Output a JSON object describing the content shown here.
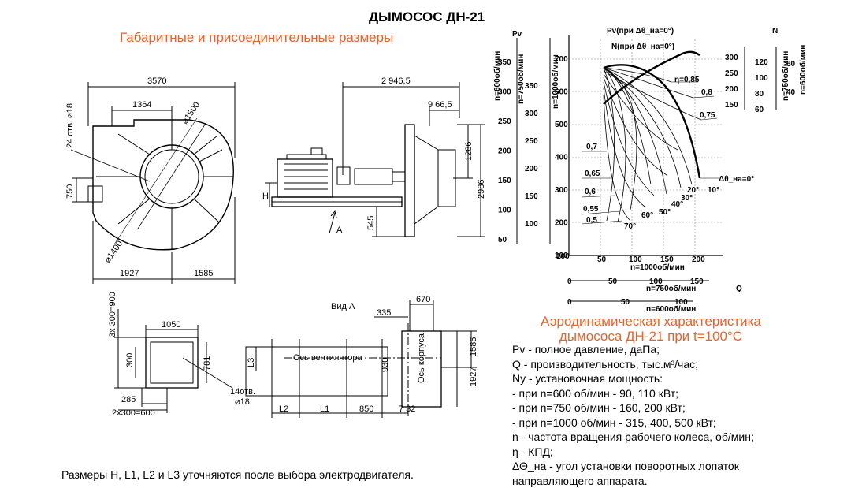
{
  "title": "ДЫМОСОС ДН-21",
  "subtitle": "Габаритные и присоединительные размеры",
  "front_view": {
    "dims": [
      "3570",
      "1364",
      "24 отв. ⌀18",
      "⌀1500",
      "750",
      "⌀1400",
      "1927",
      "1585"
    ]
  },
  "side_view": {
    "dims": [
      "2 946,5",
      "9 66,5",
      "1286",
      "2986",
      "H",
      "545",
      "A"
    ]
  },
  "flange_view": {
    "dims": [
      "3x 300=900",
      "1050",
      "300",
      "781",
      "285",
      "2x300=600",
      "14отв.",
      "⌀18"
    ]
  },
  "view_a": {
    "label": "Вид А",
    "dims": [
      "670",
      "335",
      "L3",
      "Ось вентилятора",
      "930",
      "Ось корпуса",
      "1585",
      "1927",
      "L2",
      "L1",
      "850",
      "7 32"
    ]
  },
  "chart": {
    "pv_axis_title": "Pv",
    "n_axis_title": "N",
    "q_axis_title": "Q",
    "axis_n600_pv": "n=600об/мин",
    "axis_n750_pv": "n=750об/мин",
    "axis_n1000_pv": "n=1000об/мин",
    "axis_n750_n": "n=750об/мин",
    "axis_n600_n": "n=600об/мин",
    "pv_curve_label": "Pv(при Δθ_на=0°)",
    "n_curve_label": "N(при Δθ_на=0°)",
    "eff_labels": [
      "η=0,85",
      "0,8",
      "0,75",
      "0,7",
      "0,65",
      "0,6",
      "0,55",
      "0,5"
    ],
    "angle_labels": [
      "Δθ_на=0°",
      "10°",
      "20°",
      "30°",
      "40°",
      "50°",
      "60°",
      "70°"
    ],
    "q_axis_n1000": "n=1000об/мин",
    "q_axis_n750": "n=750об/мин",
    "q_axis_n600": "n=600об/мин",
    "pv_ticks_n600": [
      "350",
      "300",
      "250",
      "200",
      "150",
      "100",
      "50"
    ],
    "pv_ticks_n750": [
      "350",
      "300",
      "250",
      "200",
      "150",
      "100"
    ],
    "pv_ticks_n1000": [
      "700",
      "600",
      "500",
      "400",
      "300",
      "200",
      "100"
    ],
    "n_ticks_n1000": [
      "300",
      "250",
      "200",
      "150"
    ],
    "n_ticks_n750": [
      "120",
      "100",
      "80",
      "60"
    ],
    "n_ticks_n600": [
      "60",
      "40"
    ],
    "q_ticks_n1000": [
      "50",
      "100",
      "150",
      "200"
    ],
    "q_ticks_n750": [
      "0",
      "50",
      "100",
      "150"
    ],
    "q_ticks_n600": [
      "0",
      "50",
      "100"
    ]
  },
  "aero_title": "Аэродинамическая характеристика дымососа ДН-21 при t=100°С",
  "legend": [
    "Pv - полное давление, даПа;",
    "Q - производительность, тыс.м³/час;",
    "Ny - установочная мощность:",
    "- при n=600 об/мин - 90, 110 кВт;",
    "- при n=750 об/мин - 160, 200 кВт;",
    "- при n=1000 об/мин - 315, 400, 500 кВт;",
    "n - частота вращения рабочего колеса, об/мин;",
    "η - КПД;",
    "ΔΘ_на - угол установки поворотных лопаток",
    "направляющего аппарата."
  ],
  "footnote": "Размеры  H, L1, L2 и L3 уточняются после выбора электродвигателя."
}
